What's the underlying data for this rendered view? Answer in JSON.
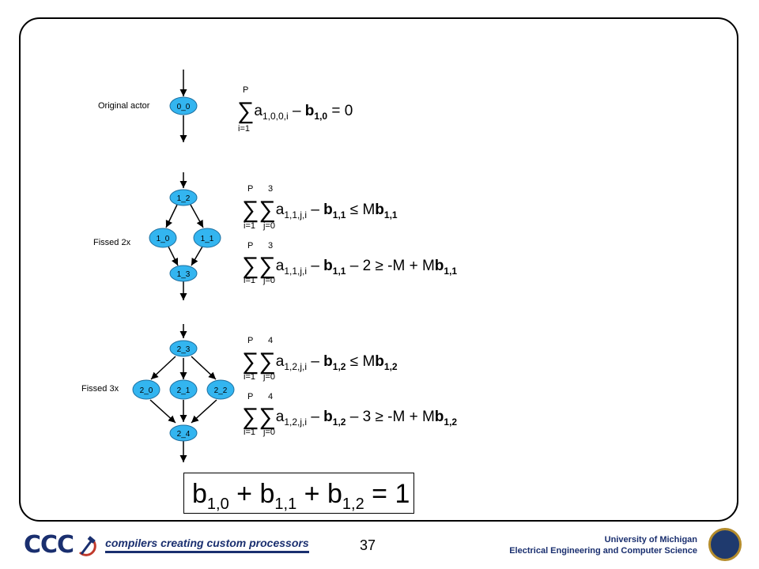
{
  "labels": {
    "original": "Original actor",
    "fissed2": "Fissed 2x",
    "fissed3": "Fissed 3x"
  },
  "nodes": {
    "n00": "0_0",
    "n12": "1_2",
    "n10": "1_0",
    "n11": "1_1",
    "n13": "1_3",
    "n23": "2_3",
    "n20": "2_0",
    "n21": "2_1",
    "n22": "2_2",
    "n24": "2_4"
  },
  "equations": {
    "eq1": {
      "upper": "P",
      "lower": "i=1",
      "a": "a",
      "a_sub": "1,0,0,i",
      "mid": " – ",
      "b": "b",
      "b_sub": "1,0",
      "rest": " = 0"
    },
    "eq2": {
      "upper1": "P",
      "upper2": "3",
      "lower1": "i=1",
      "lower2": "j=0",
      "a": "a",
      "a_sub": "1,1,j,i",
      "mid": " – ",
      "b": "b",
      "b_sub": "1,1",
      "rest": "  ≤ M",
      "b2": "b",
      "b2_sub": "1,1"
    },
    "eq3": {
      "upper1": "P",
      "upper2": "3",
      "lower1": "i=1",
      "lower2": "j=0",
      "a": "a",
      "a_sub": "1,1,j,i",
      "mid": " – ",
      "b": "b",
      "b_sub": "1,1",
      "rest": " – 2 ≥ -M + M",
      "b2": "b",
      "b2_sub": "1,1"
    },
    "eq4": {
      "upper1": "P",
      "upper2": "4",
      "lower1": "i=1",
      "lower2": "j=0",
      "a": "a",
      "a_sub": "1,2,j,i",
      "mid": " – ",
      "b": "b",
      "b_sub": "1,2",
      "rest": " ≤ M",
      "b2": "b",
      "b2_sub": "1,2"
    },
    "eq5": {
      "upper1": "P",
      "upper2": "4",
      "lower1": "i=1",
      "lower2": "j=0",
      "a": "a",
      "a_sub": "1,2,j,i",
      "mid": " – ",
      "b": "b",
      "b_sub": "1,2",
      "rest": " – 3 ≥ -M + M",
      "b2": "b",
      "b2_sub": "1,2"
    }
  },
  "total": {
    "b": "b",
    "s0": "1,0",
    "plus1": " + b",
    "s1": "1,1",
    "plus2": " + b",
    "s2": "1,2",
    "rest": " = 1"
  },
  "footer": {
    "logo": "CCC",
    "tagline": "compilers creating custom processors",
    "page": "37",
    "univ1": "University of Michigan",
    "univ2": "Electrical Engineering and Computer Science"
  },
  "colors": {
    "node_fill": "#33b5f0",
    "brand": "#1a2f6f"
  }
}
